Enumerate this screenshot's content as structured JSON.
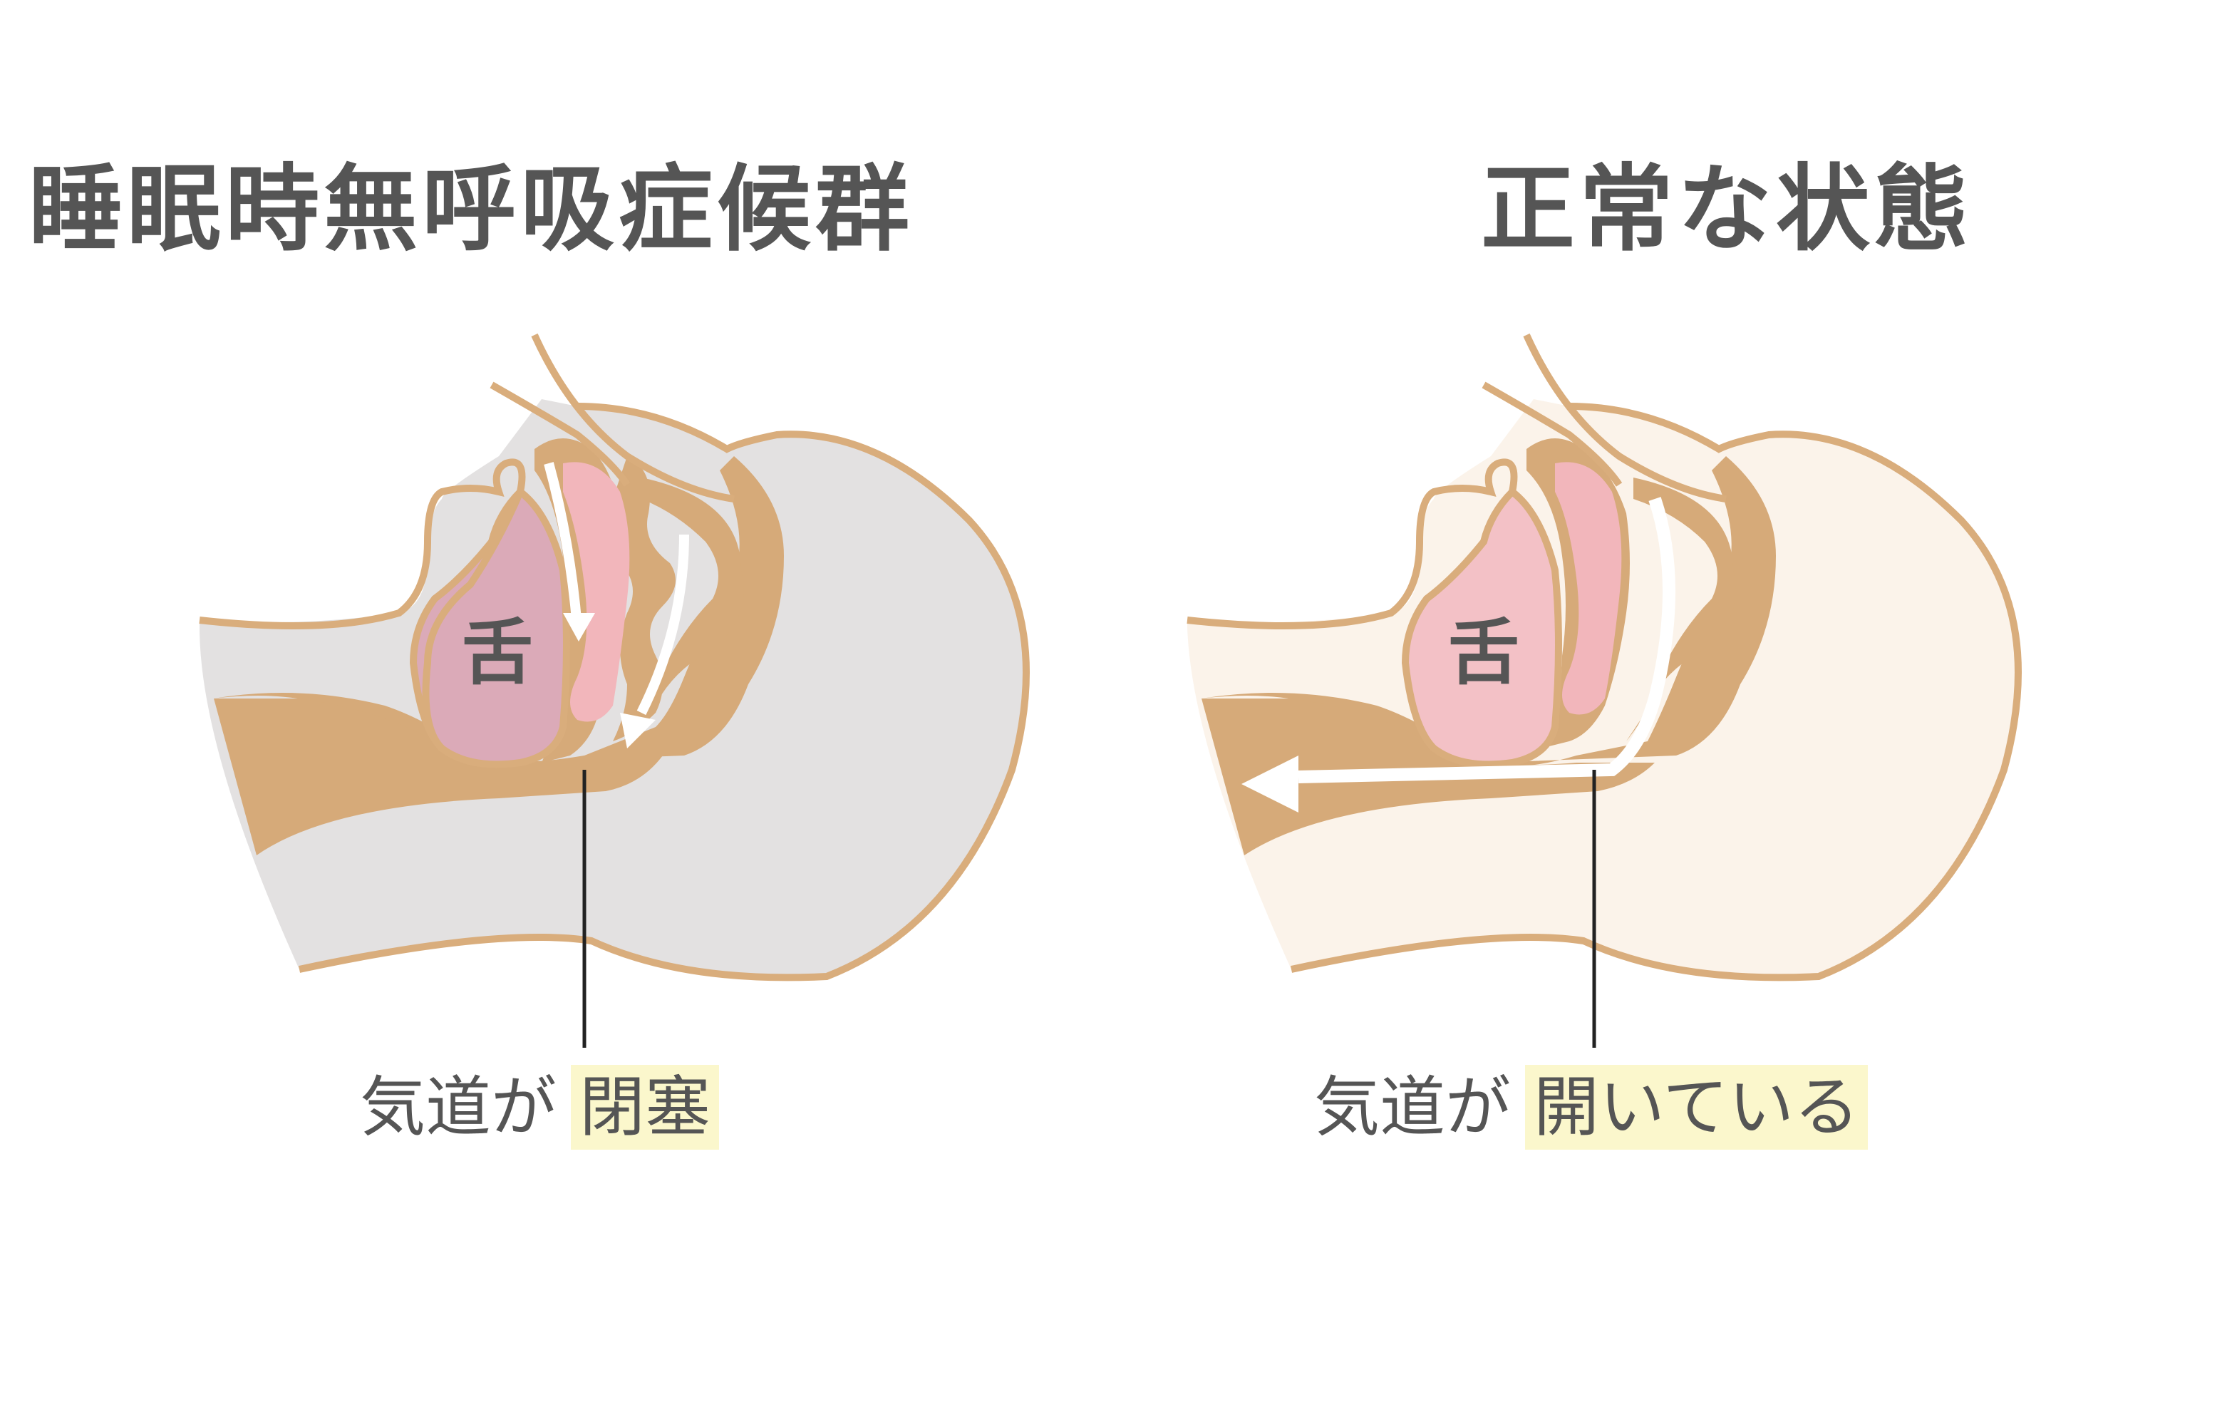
{
  "panels": [
    {
      "title": "睡眠時無呼吸症候群",
      "tongue_label": "舌",
      "caption_prefix": "気道が",
      "caption_highlight": "閉塞"
    },
    {
      "title": "正常な状態",
      "tongue_label": "舌",
      "caption_prefix": "気道が",
      "caption_highlight": "開いている"
    }
  ],
  "colors": {
    "background": "#ffffff",
    "outline": "#d9ad7c",
    "tissue": "#d6aa79",
    "head_fill_apnea": "#e3e1e1",
    "head_fill_normal": "#fbf3ea",
    "tongue_apnea": "#dbaab8",
    "tongue_normal": "#f3c1c6",
    "soft_palate": "#f2b6bb",
    "text": "#555555",
    "highlight": "#fbf7cc",
    "arrow": "#ffffff",
    "leader_line": "#222222"
  }
}
